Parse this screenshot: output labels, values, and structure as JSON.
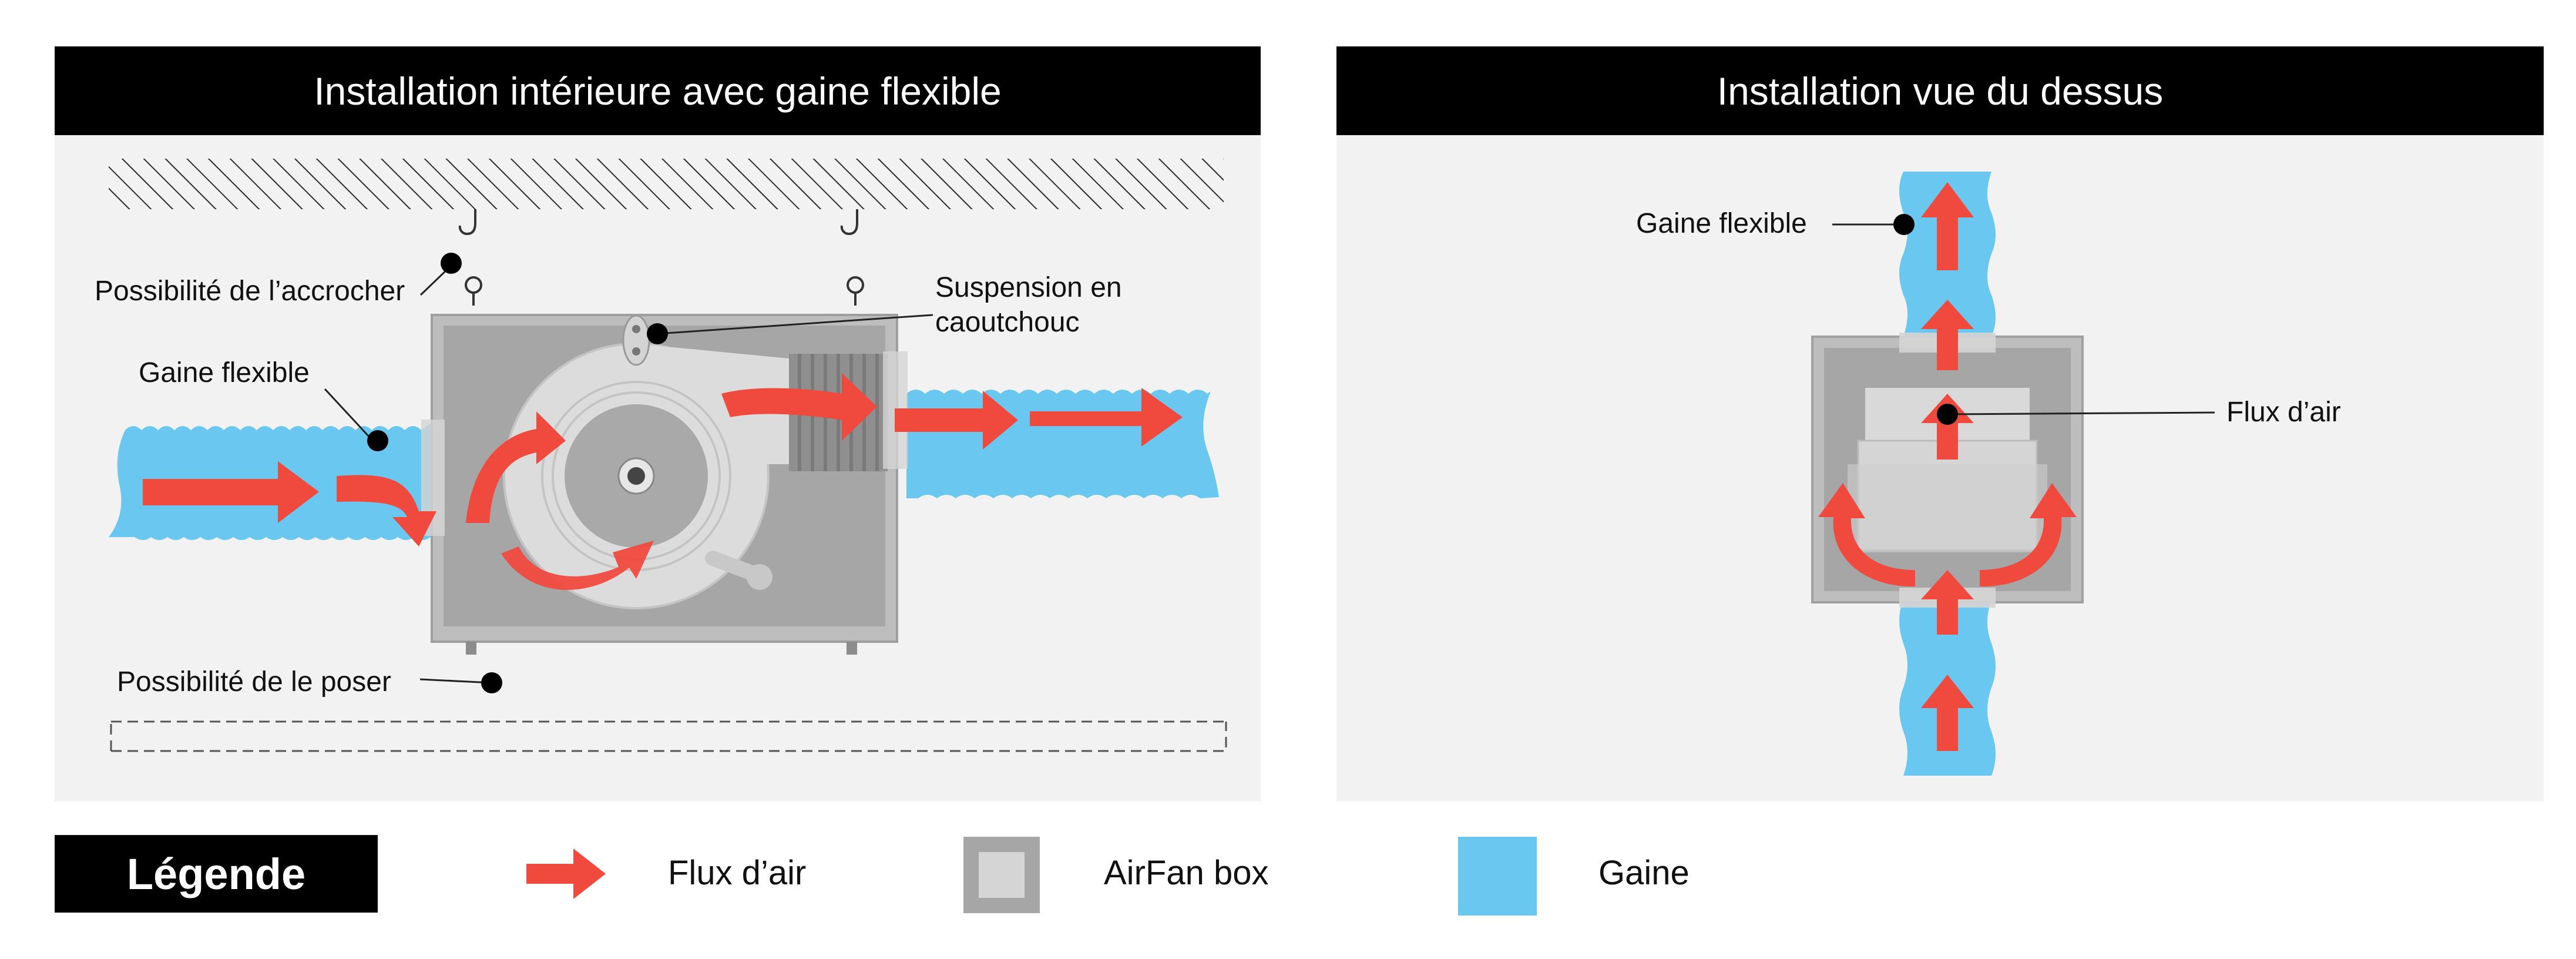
{
  "colors": {
    "airflow": "#f04a3f",
    "duct": "#6ac8f0",
    "box_outer": "#bdbdbd",
    "box_inner": "#a6a6a6",
    "panel_bg": "#f2f2f2",
    "title_bg": "#000000"
  },
  "left_panel": {
    "title": "Installation intérieure avec gaine flexible",
    "labels": {
      "hang": "Possibilité de l’accrocher",
      "suspension_line1": "Suspension en",
      "suspension_line2": "caoutchouc",
      "duct": "Gaine flexible",
      "floor": "Possibilité de le poser"
    }
  },
  "right_panel": {
    "title": "Installation vue du dessus",
    "labels": {
      "duct": "Gaine flexible",
      "airflow": "Flux d’air"
    }
  },
  "legend": {
    "title": "Légende",
    "items": [
      {
        "label": "Flux d’air",
        "icon": "airflow-arrow-icon"
      },
      {
        "label": "AirFan box",
        "icon": "airfan-box-icon"
      },
      {
        "label": "Gaine",
        "icon": "duct-swatch-icon"
      }
    ]
  }
}
